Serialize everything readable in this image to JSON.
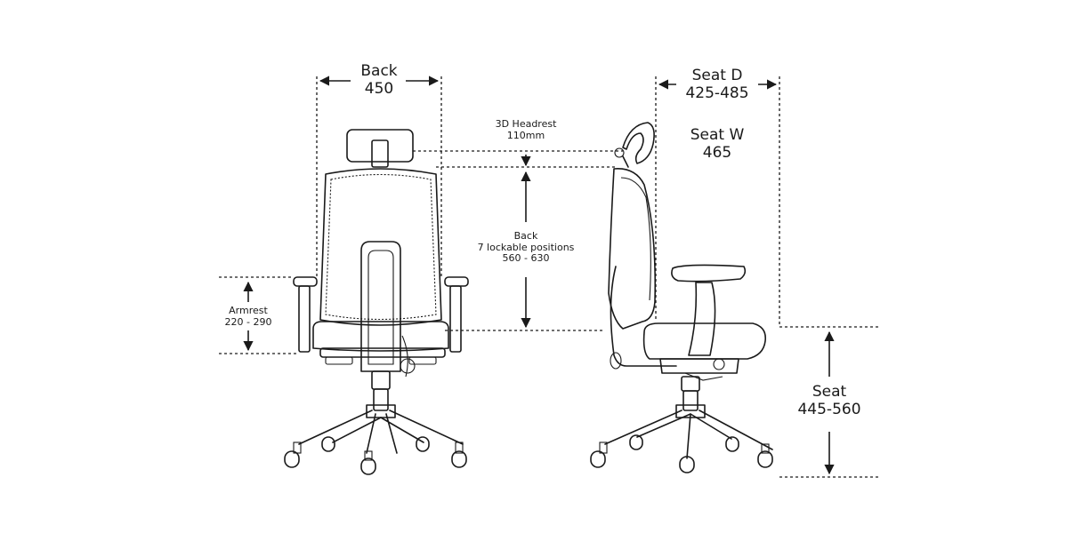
{
  "dimensions": {
    "back_width": {
      "label": "Back",
      "value": "450"
    },
    "headrest": {
      "label": "3D Headrest",
      "value": "110mm"
    },
    "back_height": {
      "label": "Back",
      "detail": "7 lockable positions",
      "value": "560 - 630"
    },
    "armrest": {
      "label": "Armrest",
      "value": "220 - 290"
    },
    "seat_depth": {
      "label": "Seat D",
      "value": "425-485"
    },
    "seat_width": {
      "label": "Seat W",
      "value": "465"
    },
    "seat_height": {
      "label": "Seat",
      "value": "445-560"
    }
  }
}
